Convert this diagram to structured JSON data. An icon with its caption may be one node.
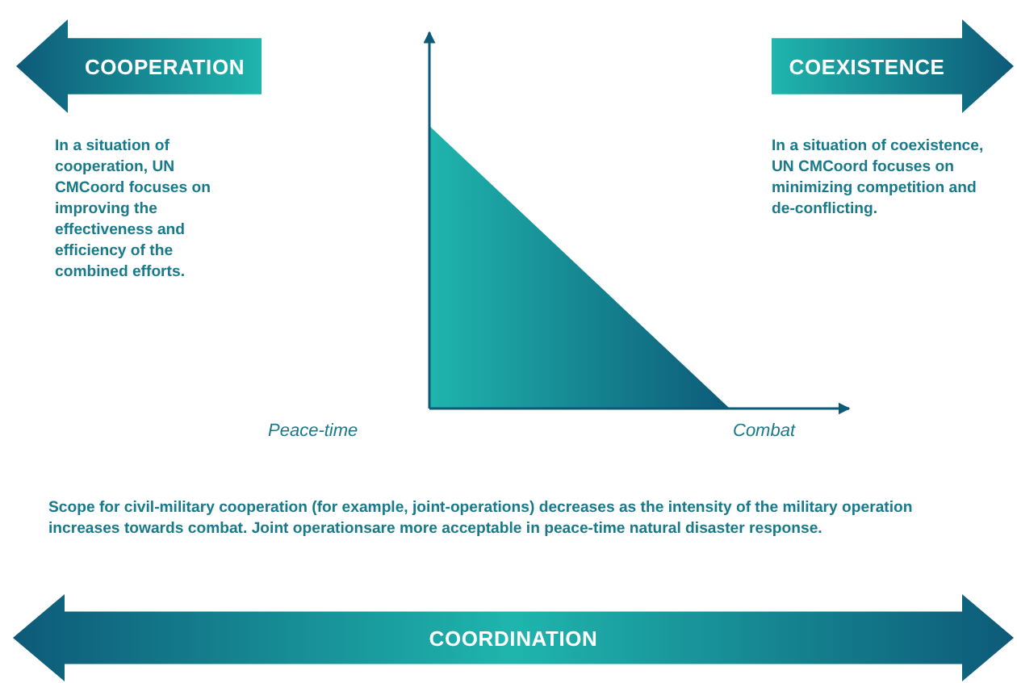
{
  "diagram": {
    "nodes": [
      {
        "text": [
          "COOPERATION"
        ]
      },
      {
        "text": [
          "COEXISTENCE"
        ]
      },
      {
        "text": [
          "COORDINATION"
        ]
      }
    ],
    "labels": [
      "In a situation of cooperation, UN CMCoord focuses on improving the effectiveness and efficiency of the combined efforts.",
      "In a situation of coexistence, UN CMCoord focuses on minimizing competition and de-conflicting.",
      "Peace-time",
      "Combat",
      "Scope for civil-military cooperation (for example, joint-operations) decreases as the intensity of the military operation increases towards combat. Joint operationsare more acceptable in peace-time natural disaster response."
    ]
  }
}
